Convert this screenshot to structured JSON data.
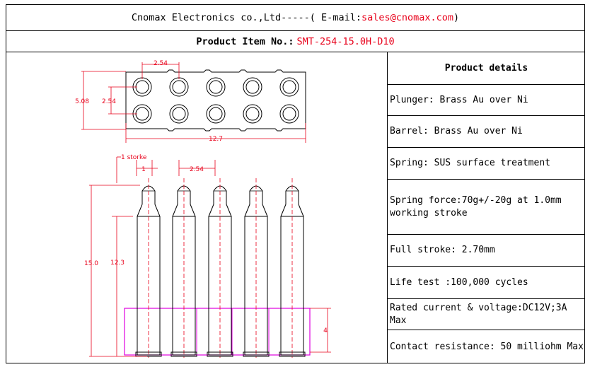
{
  "header": {
    "company": "Cnomax Electronics co.,Ltd-----( E-mail: ",
    "email": "sales@cnomax.com",
    "close": ")"
  },
  "item": {
    "label": "Product Item No.:",
    "value": "SMT-254-15.0H-D10"
  },
  "details": {
    "title": "Product details",
    "rows": [
      "Plunger: Brass Au over Ni",
      "Barrel: Brass Au over Ni",
      "Spring: SUS surface treatment",
      "Spring force:70g+/-20g at 1.0mm working stroke",
      "Full stroke: 2.70mm",
      "Life test :100,000 cycles",
      "Rated current & voltage:DC12V;3A Max",
      "Contact resistance: 50 milliohm Max"
    ]
  },
  "drawing": {
    "top_view": {
      "pitch": "2.54",
      "width": "5.08",
      "row_pitch": "2.54",
      "length": "12.7"
    },
    "side_view": {
      "stroke_label": "1 storke",
      "stroke": "1",
      "pitch": "2.54",
      "total_height": "15.0",
      "body_height": "12.3",
      "insulator_height": "4"
    }
  },
  "colors": {
    "dimension": "#e8001a",
    "insulator": "#e000e0",
    "outline": "#000000"
  }
}
